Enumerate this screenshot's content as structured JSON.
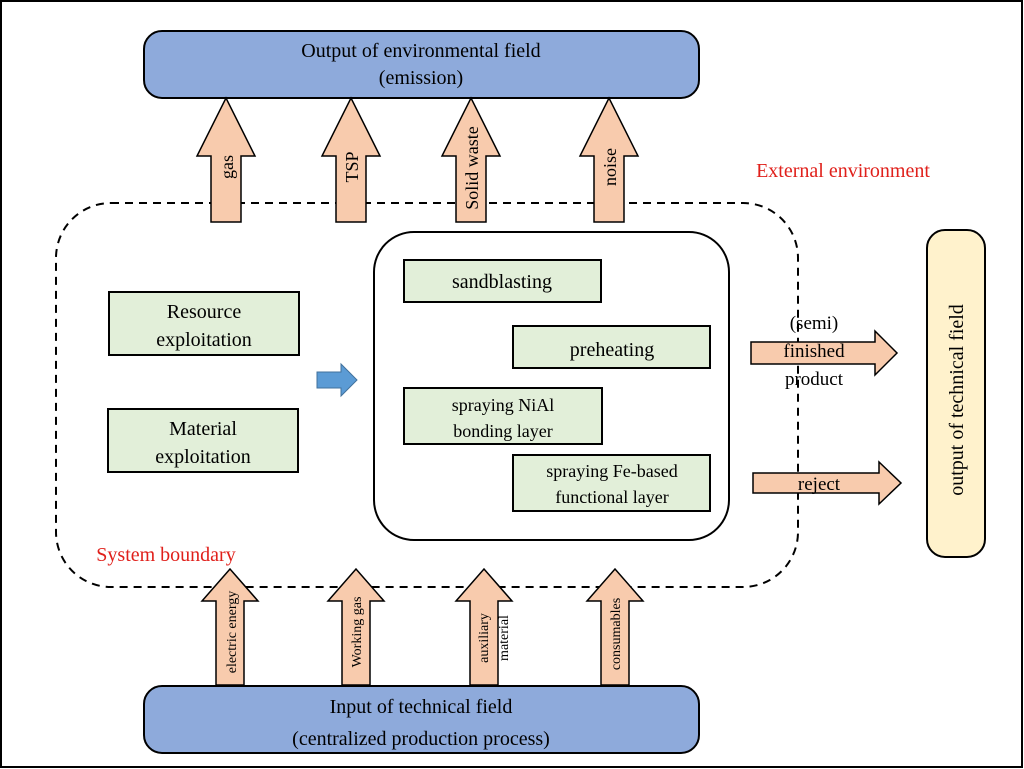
{
  "colors": {
    "blue_box_fill": "#8eaadb",
    "green_box_fill": "#e2efd9",
    "arrow_fill": "#f8cbad",
    "yellow_box_fill": "#fff2cc",
    "small_arrow_fill": "#5b9bd5",
    "red_text": "#e0201b"
  },
  "output_env": {
    "line1": "Output of environmental field",
    "line2": "(emission)"
  },
  "input_tech": {
    "line1": "Input of technical field",
    "line2": "(centralized production process)"
  },
  "output_tech": {
    "label": "output of technical field"
  },
  "external_environment": "External environment",
  "system_boundary": "System boundary",
  "emissions": {
    "gas": "gas",
    "tsp": "TSP",
    "solid_waste": "Solid waste",
    "noise": "noise"
  },
  "inputs": {
    "electric_energy": "electric energy",
    "working_gas": "Working gas",
    "auxiliary_line1": "auxiliary",
    "auxiliary_line2": "material",
    "consumables": "consumables"
  },
  "left_boxes": {
    "resource_line1": "Resource",
    "resource_line2": "exploitation",
    "material_line1": "Material",
    "material_line2": "exploitation"
  },
  "process": {
    "sandblasting": "sandblasting",
    "preheating": "preheating",
    "spraying_nial_line1": "spraying NiAl",
    "spraying_nial_line2": "bonding layer",
    "spraying_fe_line1": "spraying Fe-based",
    "spraying_fe_line2": "functional layer"
  },
  "outputs": {
    "semi_line1": "(semi)",
    "semi_line2": "finished",
    "semi_line3": "product",
    "reject": "reject"
  }
}
